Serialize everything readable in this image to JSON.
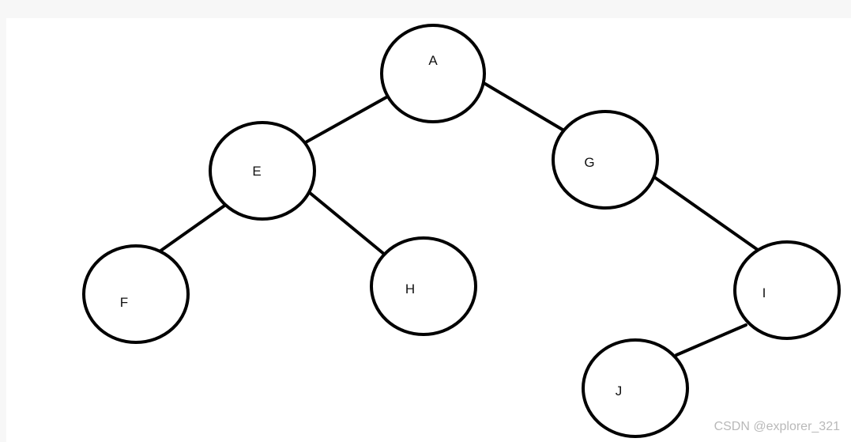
{
  "nodes": [
    {
      "id": "A",
      "label": "A"
    },
    {
      "id": "E",
      "label": "E"
    },
    {
      "id": "G",
      "label": "G"
    },
    {
      "id": "F",
      "label": "F"
    },
    {
      "id": "H",
      "label": "H"
    },
    {
      "id": "I",
      "label": "I"
    },
    {
      "id": "J",
      "label": "J"
    }
  ],
  "edges": [
    {
      "from": "A",
      "to": "E"
    },
    {
      "from": "A",
      "to": "G"
    },
    {
      "from": "E",
      "to": "F"
    },
    {
      "from": "E",
      "to": "H"
    },
    {
      "from": "G",
      "to": "I"
    },
    {
      "from": "I",
      "to": "J"
    }
  ],
  "watermark": "CSDN @explorer_321",
  "colors": {
    "stroke": "#000000",
    "background": "#ffffff",
    "page_border": "#f7f7f7",
    "watermark": "#b9b9b9"
  }
}
